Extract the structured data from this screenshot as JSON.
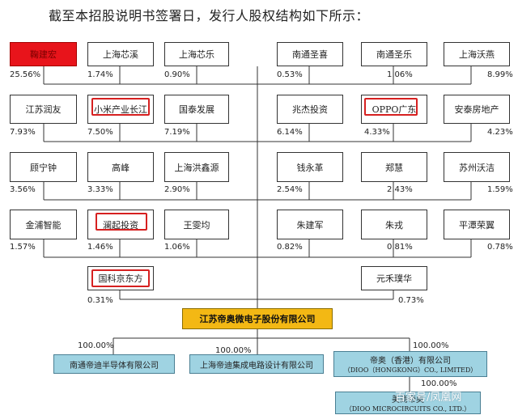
{
  "title": "截至本招股说明书签署日，发行人股权结构如下所示：",
  "company": "江苏帝奥微电子股份有限公司",
  "shareholders": [
    {
      "name": "鞠建宏",
      "pct": "25.56%"
    },
    {
      "name": "上海芯溪",
      "pct": "1.74%"
    },
    {
      "name": "上海芯乐",
      "pct": "0.90%"
    },
    {
      "name": "南通圣喜",
      "pct": "0.53%"
    },
    {
      "name": "南通圣乐",
      "pct": "1.06%"
    },
    {
      "name": "上海沃燕",
      "pct": "8.99%"
    },
    {
      "name": "江苏润友",
      "pct": "7.93%"
    },
    {
      "name": "小米产业长江",
      "pct": "7.50%"
    },
    {
      "name": "国泰发展",
      "pct": "7.19%"
    },
    {
      "name": "兆杰投资",
      "pct": "6.14%"
    },
    {
      "name": "OPPO广东",
      "pct": "4.33%"
    },
    {
      "name": "安泰房地产",
      "pct": "4.23%"
    },
    {
      "name": "顾宁钟",
      "pct": "3.56%"
    },
    {
      "name": "高峰",
      "pct": "3.33%"
    },
    {
      "name": "上海洪鑫源",
      "pct": "2.90%"
    },
    {
      "name": "钱永革",
      "pct": "2.54%"
    },
    {
      "name": "郑慧",
      "pct": "2.43%"
    },
    {
      "name": "苏州沃洁",
      "pct": "1.59%"
    },
    {
      "name": "金浦智能",
      "pct": "1.57%"
    },
    {
      "name": "澜起投资",
      "pct": "1.46%"
    },
    {
      "name": "王雯均",
      "pct": "1.06%"
    },
    {
      "name": "朱建军",
      "pct": "0.82%"
    },
    {
      "name": "朱戎",
      "pct": "0.81%"
    },
    {
      "name": "平潭荣翼",
      "pct": "0.78%"
    },
    {
      "name": "国科京东方",
      "pct": "0.31%"
    },
    {
      "name": "元禾璞华",
      "pct": "0.73%"
    }
  ],
  "subsidiaries": [
    {
      "name": "南通帝迪半导体有限公司",
      "pct": "100.00%"
    },
    {
      "name": "上海帝迪集成电路设计有限公司",
      "pct": "100.00%"
    },
    {
      "name": "帝奥（香港）有限公司",
      "name_en": "（DIOO（HONGKONG）CO., LIMITED）",
      "pct": "100.00%"
    },
    {
      "name": "美商帝奥",
      "name_en": "（DIOO MICROCIRCUITS CO., LTD.）",
      "pct": "100.00%"
    }
  ],
  "watermark": "百家号/凤凰网"
}
